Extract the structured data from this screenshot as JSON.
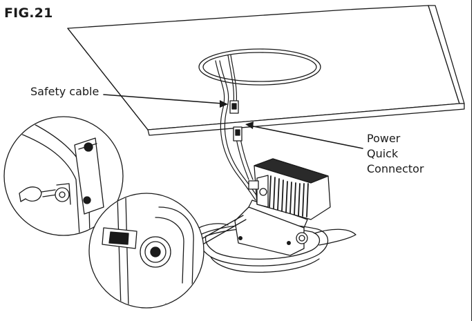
{
  "figure": {
    "label": "FIG.21"
  },
  "callouts": {
    "safety_cable": "Safety cable",
    "power_connector": [
      "Power",
      "Quick",
      "Connector"
    ]
  }
}
